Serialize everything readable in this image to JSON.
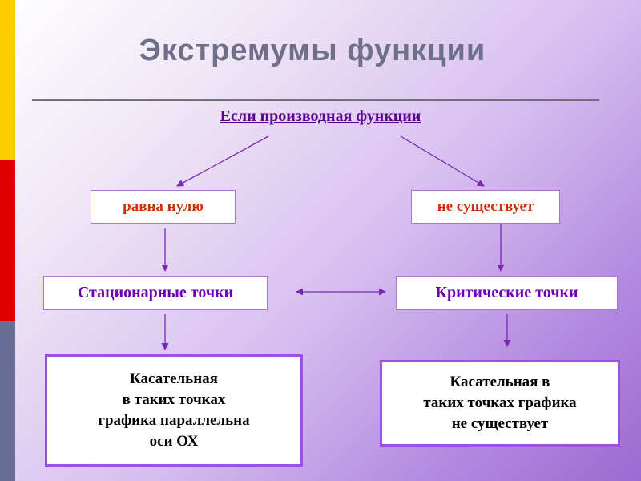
{
  "slide": {
    "title": "Экстремумы функции",
    "subtitle": "Если производная функции"
  },
  "branches": {
    "left_condition": "равна нулю",
    "right_condition": "не существует",
    "left_points": "Стационарные точки",
    "right_points": "Критические точки",
    "left_tangent": "Касательная\nв таких точках\n графика параллельна\nоси ОХ",
    "right_tangent": "Касательная в\nтаких точках графика\nне существует"
  },
  "colors": {
    "sidebar": [
      "#ffcc00",
      "#e00000",
      "#6b6e94"
    ],
    "title": "#6f6f8a",
    "subtitle": "#5a0090",
    "condition_text": "#d03010",
    "points_text": "#6a00b0",
    "arrow": "#7a2ab0"
  }
}
